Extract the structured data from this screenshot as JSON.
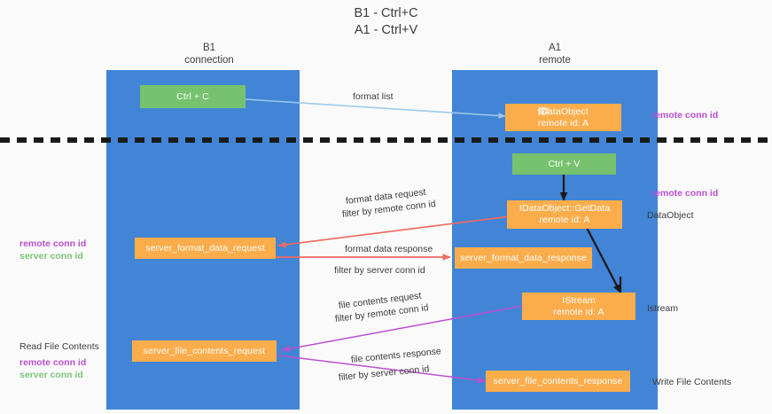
{
  "title": {
    "line1": "B1 - Ctrl+C",
    "line2": "A1 - Ctrl+V"
  },
  "columns": [
    {
      "id": "b1",
      "name": "B1",
      "role": "connection"
    },
    {
      "id": "a1",
      "name": "A1",
      "role": "remote"
    }
  ],
  "nodes": {
    "ctrl_c": {
      "label": "Ctrl + C",
      "color": "#77c26f"
    },
    "idataobject_top_line1": "IDataObject",
    "idataobject_top_overlap": "保存",
    "idataobject_top_line2": "remote id: A",
    "ctrl_v": {
      "label": "Ctrl + V",
      "color": "#77c26f"
    },
    "getdata_line1": "IDataObject::GetData",
    "getdata_line2": "remote id: A",
    "server_format_data_request": "server_format_data_request",
    "server_format_data_response": "server_format_data_response",
    "istream_line1": "IStream",
    "istream_line2": "remote id: A",
    "server_file_contents_request": "server_file_contents_request",
    "server_file_contents_response": "server_file_contents_response"
  },
  "edge_labels": {
    "format_list": "format list",
    "format_data_request": "format data request",
    "format_data_filter": "filter by",
    "format_data_filter_key": "remote conn id",
    "format_data_response": "format data response",
    "format_resp_filter": "filter by",
    "format_resp_filter_key": "server conn id",
    "file_contents_request": "file contents request",
    "file_req_filter": "filter by",
    "file_req_filter_key": "remote conn id",
    "file_contents_response": "file contents response",
    "file_resp_filter": "filter by",
    "file_resp_filter_key": "server conn id"
  },
  "annotations": {
    "left": [
      {
        "text": "remote conn id",
        "style": "purple"
      },
      {
        "text": "server conn id",
        "style": "green"
      },
      {
        "text": "Read File Contents",
        "style": "plain"
      }
    ],
    "right": [
      {
        "text": "remote conn id",
        "style": "purple"
      },
      {
        "text": "remote conn id",
        "style": "purple"
      },
      {
        "text": "DataObject",
        "style": "plain"
      },
      {
        "text": "Istream",
        "style": "plain"
      },
      {
        "text": "Write File Contents",
        "style": "plain"
      }
    ]
  },
  "colors": {
    "lane": "#4285d6",
    "node_orange": "#fbad4b",
    "node_green": "#77c26f",
    "accent_purple": "#bb4fd0",
    "accent_green": "#7cc576",
    "arrow_blue": "#9cc9ea",
    "arrow_red": "#ef6a61",
    "arrow_black": "#1a1a1a",
    "arrow_magenta": "#bb4fd0",
    "background": "#fafafa"
  }
}
